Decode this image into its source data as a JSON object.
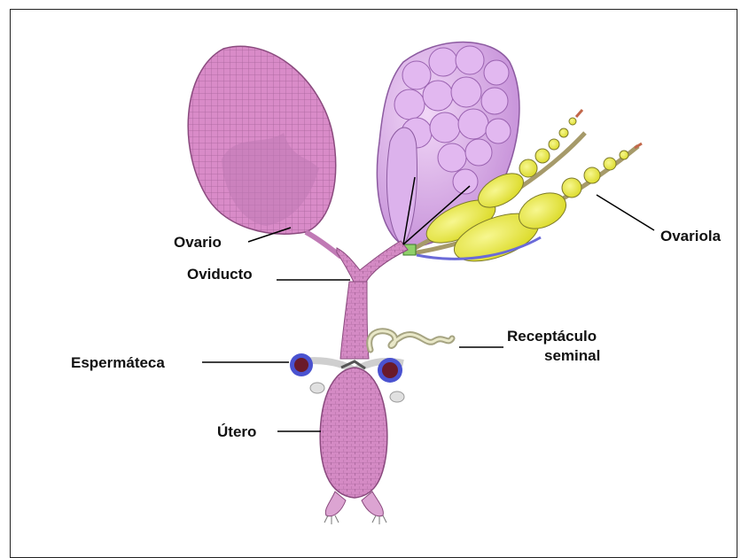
{
  "labels": {
    "ovario": "Ovario",
    "oviducto": "Oviducto",
    "ovariola": "Ovariola",
    "receptaculo_line1": "Receptáculo",
    "receptaculo_line2": "seminal",
    "espermateca": "Espermáteca",
    "utero": "Útero"
  },
  "colors": {
    "organ": "#d98bc8",
    "organ_dark": "#a0568f",
    "lavender": "#d8a8e8",
    "yolk": "#e8ea3a",
    "outline": "#6b3a66"
  }
}
